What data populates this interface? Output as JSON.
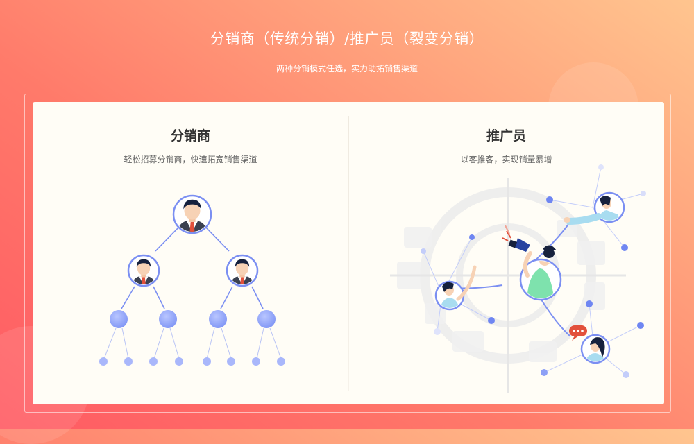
{
  "hero": {
    "title": "分销商（传统分销）/推广员（裂变分销）",
    "subtitle": "两种分销模式任选，实力助拓销售渠道"
  },
  "distributor": {
    "title": "分销商",
    "subtitle": "轻松招募分销商，快速拓宽销售渠道"
  },
  "promoter": {
    "title": "推广员",
    "subtitle": "以客推客，实现销量暴增"
  },
  "colors": {
    "accent_blue": "#7b8ff2",
    "node_blue": "#93a6fb",
    "suit": "#3b4150",
    "tie": "#e2503b",
    "shirt_green": "#7ee2ad",
    "title_text": "#333333"
  }
}
